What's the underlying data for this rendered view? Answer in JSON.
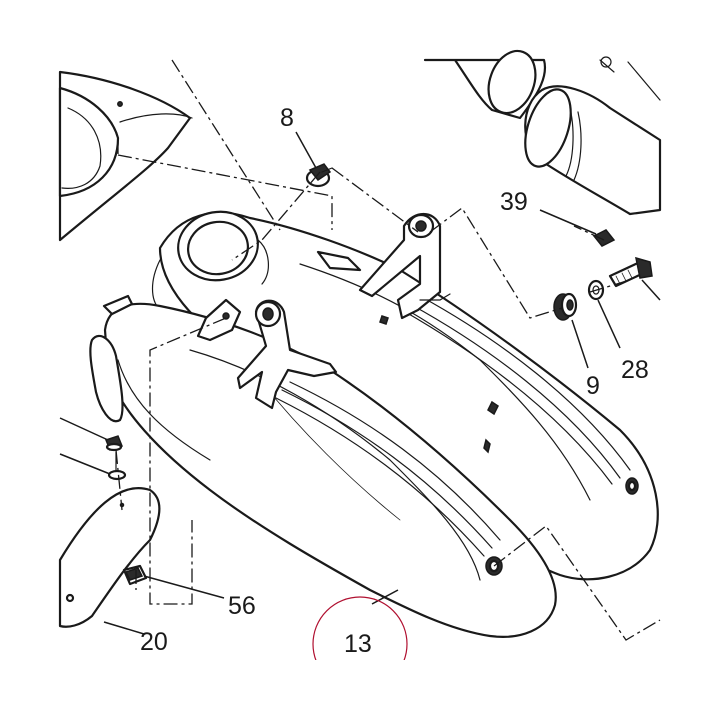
{
  "diagram": {
    "callouts": {
      "part_8": "8",
      "part_39": "39",
      "part_9": "9",
      "part_28": "28",
      "part_56": "56",
      "part_20": "20",
      "part_13": "13"
    },
    "highlight_color": "#b01030"
  }
}
